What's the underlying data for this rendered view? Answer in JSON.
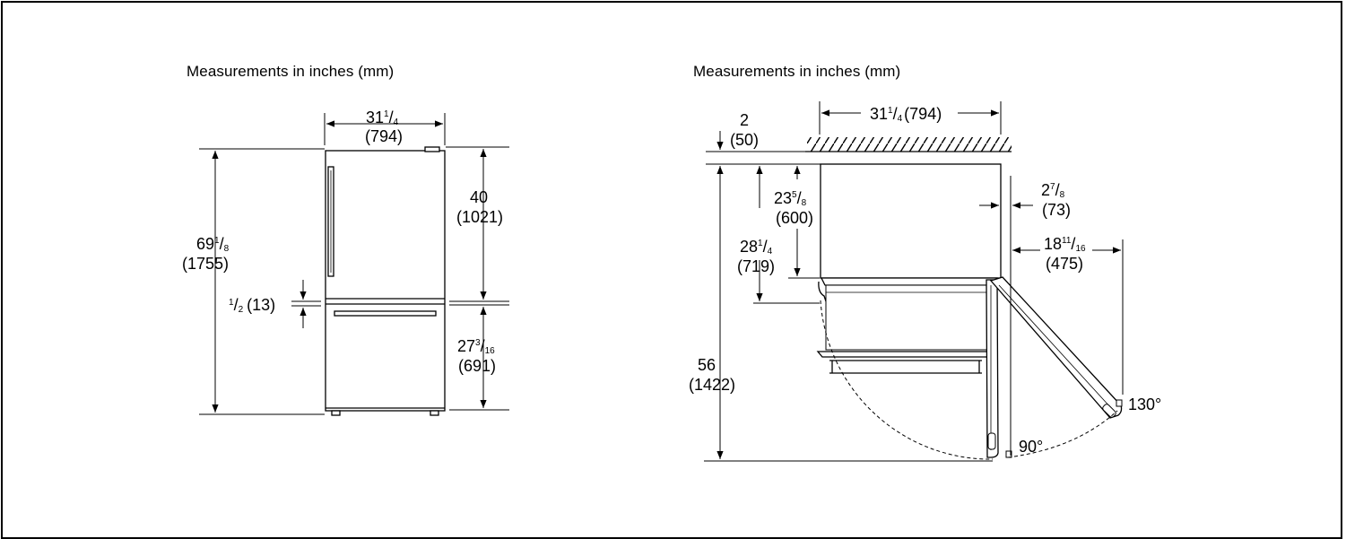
{
  "left_view": {
    "heading": "Measurements in inches (mm)",
    "width_in": "31",
    "width_frac_num": "1",
    "width_frac_den": "4",
    "width_mm": "(794)",
    "height_in": "69",
    "height_frac_num": "1",
    "height_frac_den": "8",
    "height_mm": "(1755)",
    "upper_in": "40",
    "upper_mm": "(1021)",
    "gap_frac_num": "1",
    "gap_frac_den": "2",
    "gap_mm": "(13)",
    "lower_in": "27",
    "lower_frac_num": "3",
    "lower_frac_den": "16",
    "lower_mm": "(691)"
  },
  "right_view": {
    "heading": "Measurements in inches (mm)",
    "width_in": "31",
    "width_frac_num": "1",
    "width_frac_den": "4",
    "width_mm": "(794)",
    "top_gap_in": "2",
    "top_gap_mm": "(50)",
    "upper_depth_in": "23",
    "upper_depth_frac_num": "5",
    "upper_depth_frac_den": "8",
    "upper_depth_mm": "(600)",
    "drawer_depth_in": "28",
    "drawer_depth_frac_num": "1",
    "drawer_depth_frac_den": "4",
    "drawer_depth_mm": "(719)",
    "total_depth_in": "56",
    "total_depth_mm": "(1422)",
    "side_gap_in": "2",
    "side_gap_frac_num": "7",
    "side_gap_frac_den": "8",
    "side_gap_mm": "(73)",
    "door_swing_in": "18",
    "door_swing_frac_num": "11",
    "door_swing_frac_den": "16",
    "door_swing_mm": "(475)",
    "angle_90": "90°",
    "angle_130": "130°"
  }
}
